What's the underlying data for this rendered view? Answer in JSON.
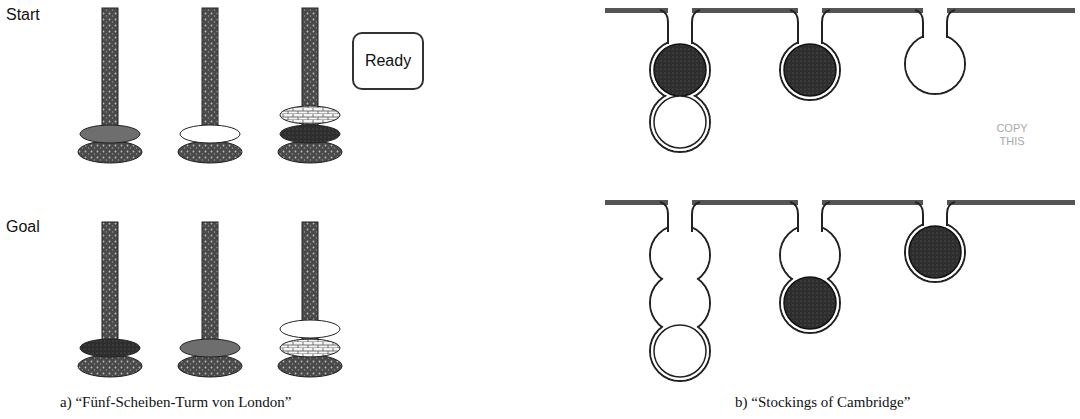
{
  "diagram": {
    "nodes": [
      {
        "text": [
          "Ready"
        ]
      }
    ],
    "labels": [
      "Start",
      "Goal",
      "COPY THIS",
      "a) “Fünf-Scheiben-Turm von London”",
      "b) “Stockings of Cambridge”"
    ]
  }
}
